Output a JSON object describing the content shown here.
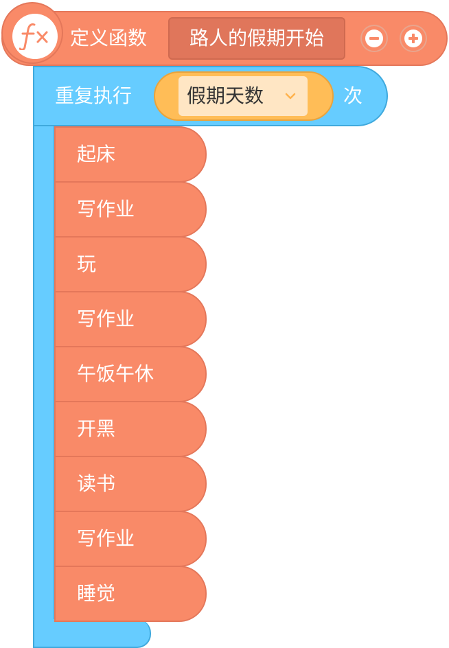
{
  "define_block": {
    "label": "定义函数",
    "function_name": "路人的假期开始",
    "icon": "fx-icon",
    "minus_icon": "minus-icon",
    "plus_icon": "plus-icon",
    "color": "#f98a68"
  },
  "repeat_block": {
    "label": "重复执行",
    "count_variable": "假期天数",
    "suffix": "次",
    "dropdown_icon": "chevron-down-icon",
    "color": "#66ccff",
    "variable_color": "#ffbd57"
  },
  "statements": [
    {
      "label": "起床"
    },
    {
      "label": "写作业"
    },
    {
      "label": "玩"
    },
    {
      "label": "写作业"
    },
    {
      "label": "午饭午休"
    },
    {
      "label": "开黑"
    },
    {
      "label": "读书"
    },
    {
      "label": "写作业"
    },
    {
      "label": "睡觉"
    }
  ]
}
